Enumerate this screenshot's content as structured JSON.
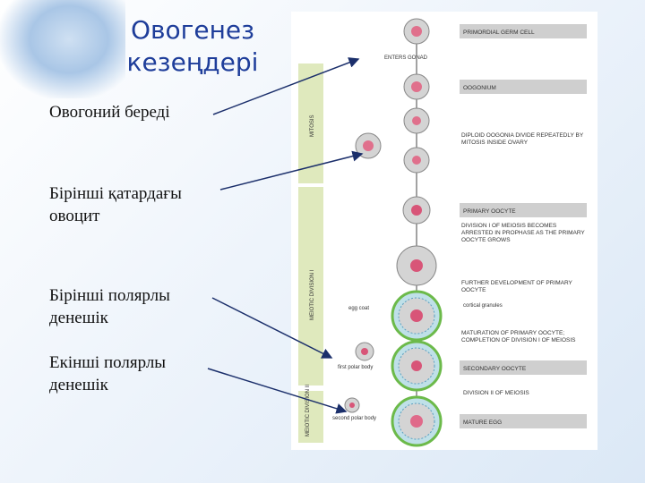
{
  "slide": {
    "title": "Овогенез кезеңдері",
    "labels": [
      "Овогоний береді",
      "Бірінші қатардағы овоцит",
      "Бірінші полярлы денешік",
      "Екінші полярлы денешік"
    ]
  },
  "figure": {
    "phases": [
      "MITOSIS",
      "MEIOTIC DIVISION I",
      "MEIOTIC DIVISION II"
    ],
    "stage_labels": [
      "PRIMORDIAL GERM CELL",
      "OOGONIUM",
      "PRIMARY OOCYTE",
      "SECONDARY OOCYTE",
      "MATURE EGG"
    ],
    "notes": {
      "enters_gonad": "ENTERS GONAD",
      "mitosis_note": "DIPLOID OOGONIA DIVIDE REPEATEDLY BY MITOSIS INSIDE OVARY",
      "arrest_note": "DIVISION I OF MEIOSIS BECOMES ARRESTED IN PROPHASE AS THE PRIMARY OOCYTE GROWS",
      "further_note": "FURTHER DEVELOPMENT OF PRIMARY OOCYTE",
      "maturation_note": "MATURATION OF PRIMARY OOCYTE; COMPLETION OF DIVISION I OF MEIOSIS",
      "division2_note": "DIVISION II OF MEIOSIS"
    },
    "side_labels": {
      "egg_coat": "egg coat",
      "cortical_granules": "cortical granules",
      "first_polar_body": "first polar body",
      "second_polar_body": "second polar body"
    }
  }
}
